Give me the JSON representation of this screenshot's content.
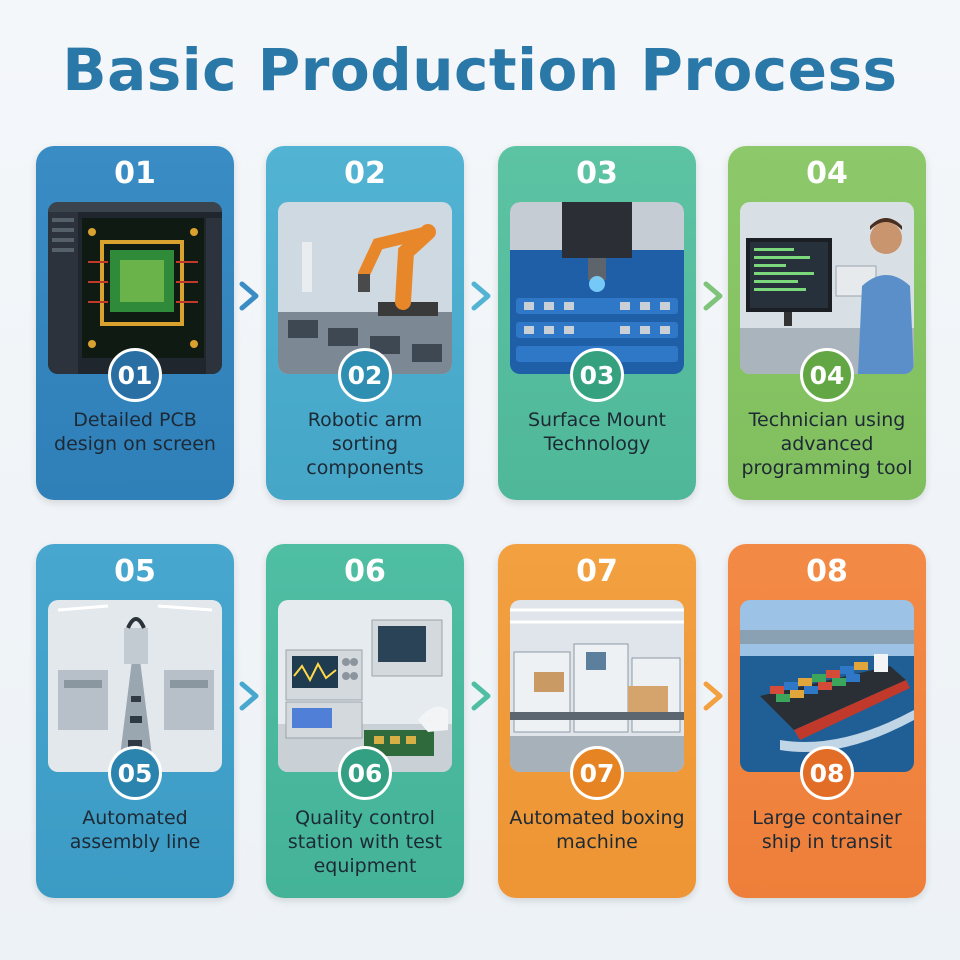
{
  "title": "Basic Production Process",
  "steps": [
    {
      "number": "01",
      "badge": "01",
      "caption": "Detailed PCB design on screen",
      "color": "#3a8cc4",
      "color2": "#2f7fb8",
      "badge_color": "#2a6fa4"
    },
    {
      "number": "02",
      "badge": "02",
      "caption": "Robotic arm sorting components",
      "color": "#52b3d3",
      "color2": "#45a6c8",
      "badge_color": "#2f8fb3"
    },
    {
      "number": "03",
      "badge": "03",
      "caption": "Surface Mount Technology",
      "color": "#5cc3a3",
      "color2": "#4fb898",
      "badge_color": "#35a17f"
    },
    {
      "number": "04",
      "badge": "04",
      "caption": "Technician using advanced programming tool",
      "color": "#8dc96a",
      "color2": "#80be5e",
      "badge_color": "#63a744"
    },
    {
      "number": "05",
      "badge": "05",
      "caption": "Automated assembly line",
      "color": "#48a7cf",
      "color2": "#3c9bc4",
      "badge_color": "#2b84ae"
    },
    {
      "number": "06",
      "badge": "06",
      "caption": "Quality control station with test equipment",
      "color": "#4fbea3",
      "color2": "#44b397",
      "badge_color": "#33a084"
    },
    {
      "number": "07",
      "badge": "07",
      "caption": "Automated boxing machine",
      "color": "#f2a040",
      "color2": "#ee9535",
      "badge_color": "#e68322"
    },
    {
      "number": "08",
      "badge": "08",
      "caption": "Large container ship in transit",
      "color": "#f28a46",
      "color2": "#ee7f3a",
      "badge_color": "#e26d26"
    }
  ],
  "arrows": [
    {
      "color": "#3a8cc4"
    },
    {
      "color": "#52b3d3"
    },
    {
      "color": "#7fc47a"
    },
    {
      "color": "#48a7cf"
    },
    {
      "color": "#4fbea3"
    },
    {
      "color": "#f2a040"
    }
  ],
  "icons": [
    "chevron-right-icon"
  ]
}
